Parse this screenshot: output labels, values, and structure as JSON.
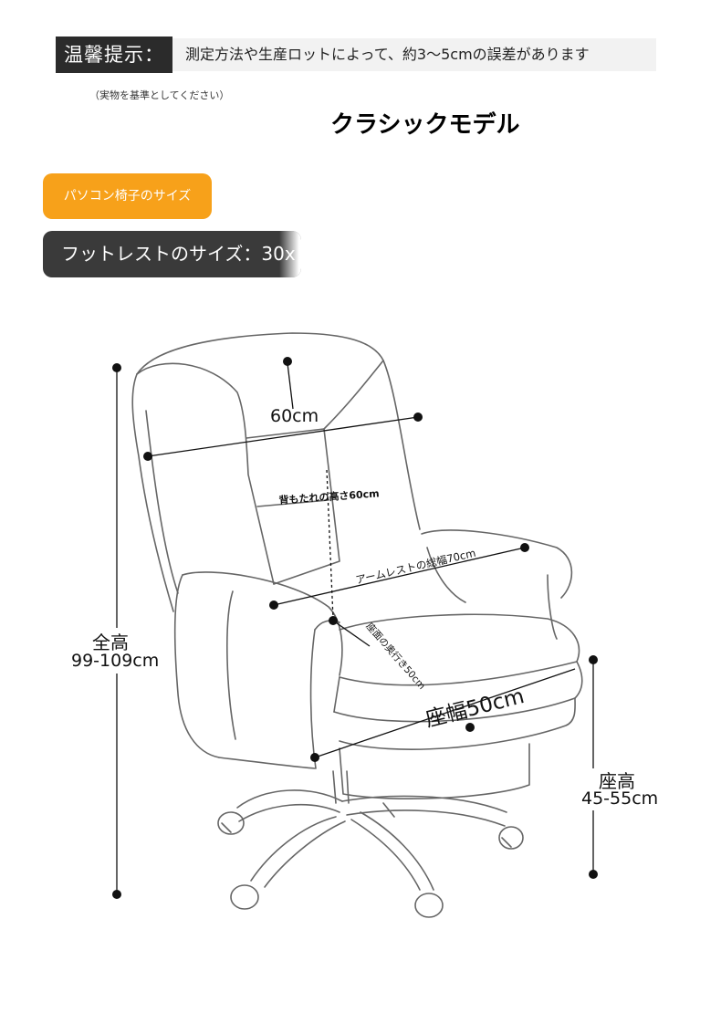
{
  "notice": {
    "label": "温馨提示：",
    "text": "測定方法や生産ロットによって、約3〜5cmの誤差があります",
    "sub": "（実物を基準としてください）"
  },
  "model_title": "クラシックモデル",
  "badges": {
    "pc_chair_size": "パソコン椅子のサイズ",
    "footrest_size": "フットレストのサイズ：30x"
  },
  "dimensions": {
    "back_width": "60cm",
    "back_height": "背もたれの高さ60cm",
    "armrest_width": "アームレストの総幅70cm",
    "seat_depth": "座面の奥行き50cm",
    "seat_width": "座幅50cm",
    "total_height_label": "全高",
    "total_height_value": "99-109cm",
    "seat_height_label": "座高",
    "seat_height_value": "45-55cm"
  },
  "colors": {
    "notice_bg": "#2b2b2b",
    "orange_badge": "#f7a11a",
    "dark_badge": "#3a3a3a"
  }
}
